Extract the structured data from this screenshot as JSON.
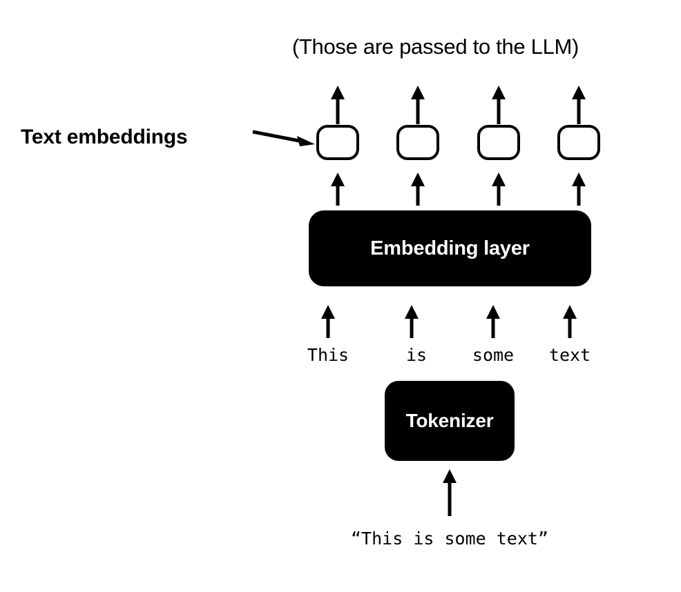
{
  "diagram": {
    "title_caption": "(Those are passed to the LLM)",
    "embeddings_label": "Text embeddings",
    "embedding_layer_label": "Embedding layer",
    "tokenizer_label": "Tokenizer",
    "raw_input": "“This is some text”",
    "tokens": [
      {
        "text": "This"
      },
      {
        "text": "is"
      },
      {
        "text": "some"
      },
      {
        "text": "text"
      }
    ],
    "embedding_boxes": [
      {
        "id": "embedding-box-1"
      },
      {
        "id": "embedding-box-2"
      },
      {
        "id": "embedding-box-3"
      },
      {
        "id": "embedding-box-4"
      }
    ],
    "colors": {
      "background": "#ffffff",
      "stroke": "#000000",
      "block_fill": "#000000",
      "block_text": "#ffffff"
    },
    "icons": {
      "up_arrow": "arrow-up-icon",
      "pointer_arrow": "arrow-right-icon"
    }
  }
}
